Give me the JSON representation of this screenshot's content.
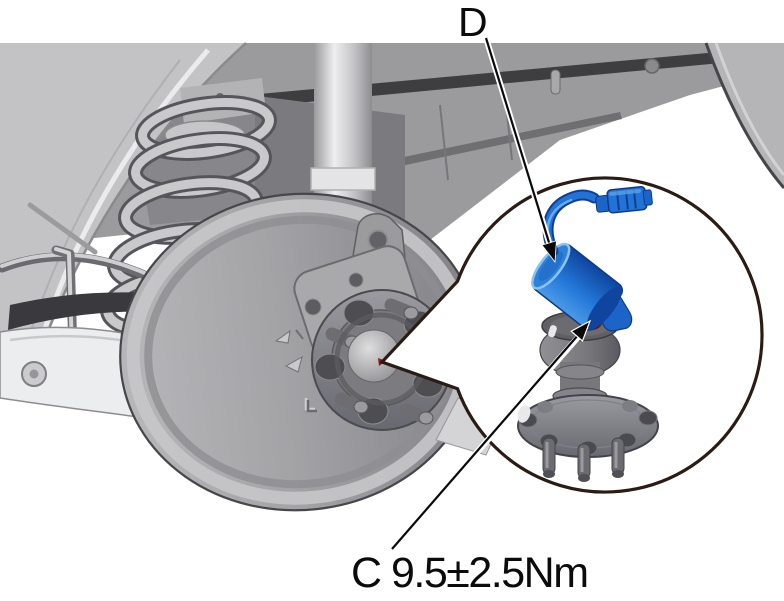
{
  "figure": {
    "type": "vehicle-service-illustration",
    "subject": "Rear wheel hub with ABS wheel speed sensor detail callout",
    "background": "#ffffff"
  },
  "labels": {
    "sensor_callout": "D",
    "torque_callout": "C 9.5±2.5Nm",
    "torque_value": "9.5±2.5Nm"
  },
  "colors": {
    "sensor_blue": "#2277d8",
    "sensor_blue_light": "#4c9ae8",
    "sensor_blue_dark": "#0f459e",
    "bolt_red": "#d7211d",
    "callout_ring": "#2a1b15",
    "leader_line": "#0a0a0a",
    "metal_light": "#c4c4c6",
    "metal_mid": "#9b9b9e",
    "metal_dark": "#3e3e41"
  },
  "components": {
    "main_scene": [
      "wheel-arch-liner",
      "underbody-panel",
      "coil-spring",
      "shock-absorber",
      "parking-brake-cable",
      "trailing-arm",
      "brake-backing-plate",
      "wheel-hub"
    ],
    "callout_detail": [
      "hub-spindle",
      "hub-flange",
      "wheel-studs",
      "wheel-speed-sensor",
      "sensor-harness",
      "harness-connector",
      "sensor-mounting-bolt"
    ]
  }
}
